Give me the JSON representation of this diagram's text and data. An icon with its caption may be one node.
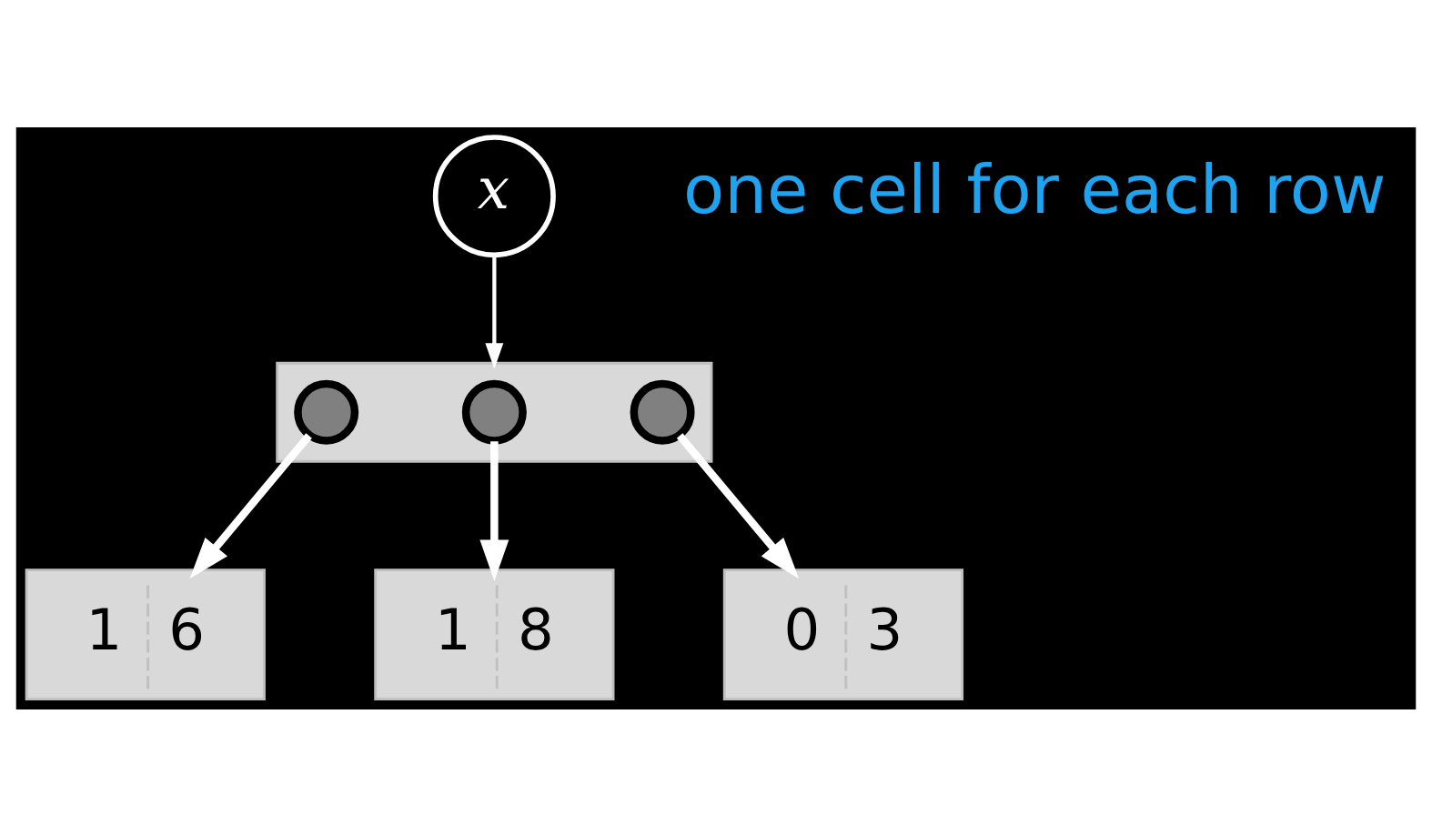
{
  "diagram": {
    "nodes": [
      {
        "text": [
          "x"
        ]
      },
      {
        "text": [],
        "shape": "box"
      },
      {
        "text": [],
        "shape": "circle",
        "in": 1
      },
      {
        "text": [],
        "shape": "circle",
        "in": 1
      },
      {
        "text": [],
        "shape": "circle",
        "in": 1
      },
      {
        "text": [
          "1",
          "6"
        ]
      },
      {
        "text": [
          "1",
          "8"
        ]
      },
      {
        "text": [
          "0",
          "3"
        ]
      }
    ],
    "edges": [
      {
        "from": 0,
        "to": 1,
        "arrow": "to"
      },
      {
        "from": 2,
        "to": 5,
        "arrow": "to"
      },
      {
        "from": 3,
        "to": 6,
        "arrow": "to"
      },
      {
        "from": 4,
        "to": 7,
        "arrow": "to"
      }
    ],
    "labels": [
      "one cell for each row"
    ]
  }
}
